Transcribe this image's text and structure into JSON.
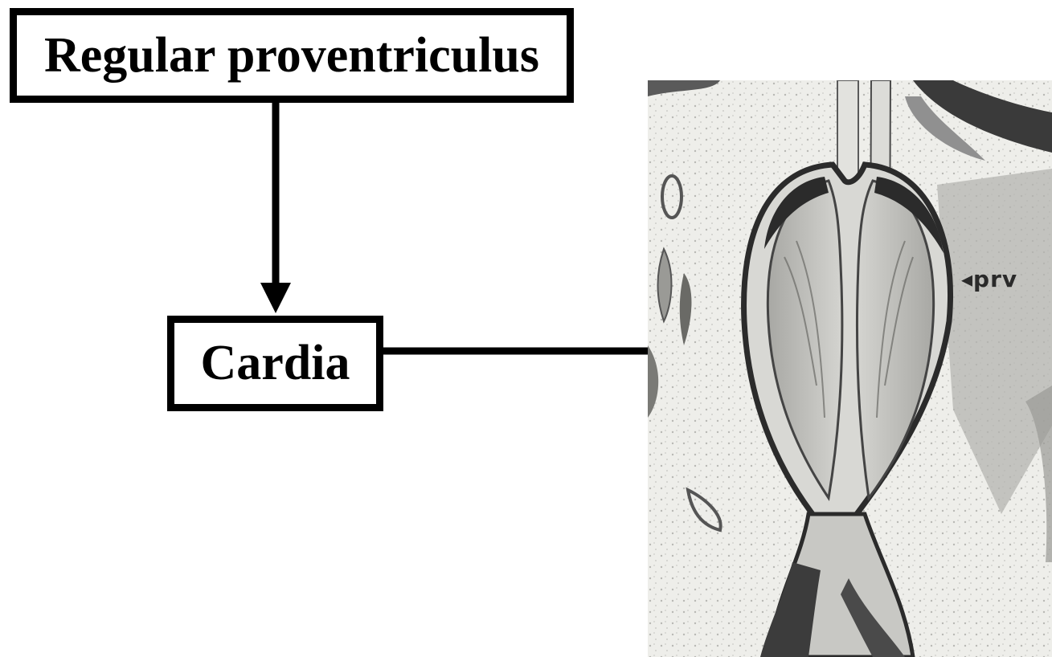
{
  "diagram": {
    "top_box_label": "Regular proventriculus",
    "cardia_box_label": "Cardia"
  },
  "micrograph": {
    "annotation": "◂prv",
    "colors": {
      "background": "#eeeeea",
      "tissue": "#9a9a96",
      "dark": "#2b2b2b",
      "muscle": "#c8c8c4"
    }
  }
}
